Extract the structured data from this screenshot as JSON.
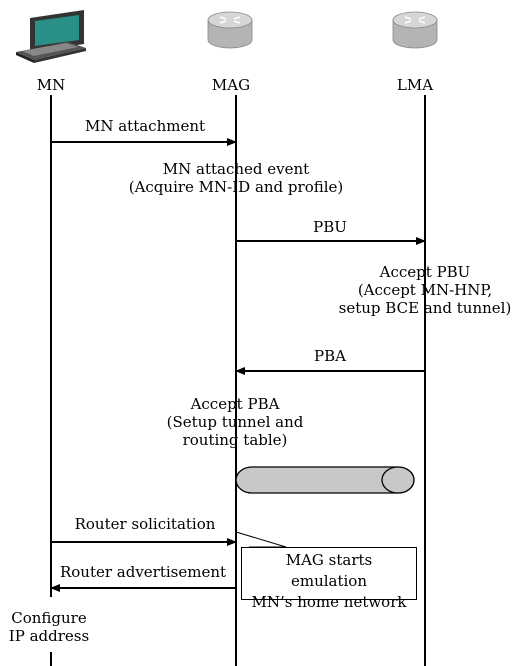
{
  "entities": [
    {
      "label": "MN",
      "icon": "laptop-icon"
    },
    {
      "label": "MAG",
      "icon": "router-icon"
    },
    {
      "label": "LMA",
      "icon": "router-icon"
    }
  ],
  "messages": {
    "mn_attachment": "MN attachment",
    "pbu": "PBU",
    "pba": "PBA",
    "router_solicitation": "Router solicitation",
    "router_advertisement": "Router advertisement"
  },
  "actions": {
    "mag_attached": [
      "MN attached event",
      "(Acquire MN-ID and profile)"
    ],
    "lma_accept_pbu": [
      "Accept PBU",
      "(Accept MN-HNP,",
      "setup BCE and tunnel)"
    ],
    "mag_accept_pba": [
      "Accept PBA",
      "(Setup tunnel and",
      "routing table)"
    ],
    "mag_note": [
      "MAG starts emulation",
      "MN’s home network"
    ],
    "mn_configure": [
      "Configure",
      "IP address"
    ]
  },
  "colors": {
    "tunnel_fill": "#c8c8c8",
    "router_fill": "#b4b4b4",
    "laptop_screen": "#2a8f86"
  }
}
